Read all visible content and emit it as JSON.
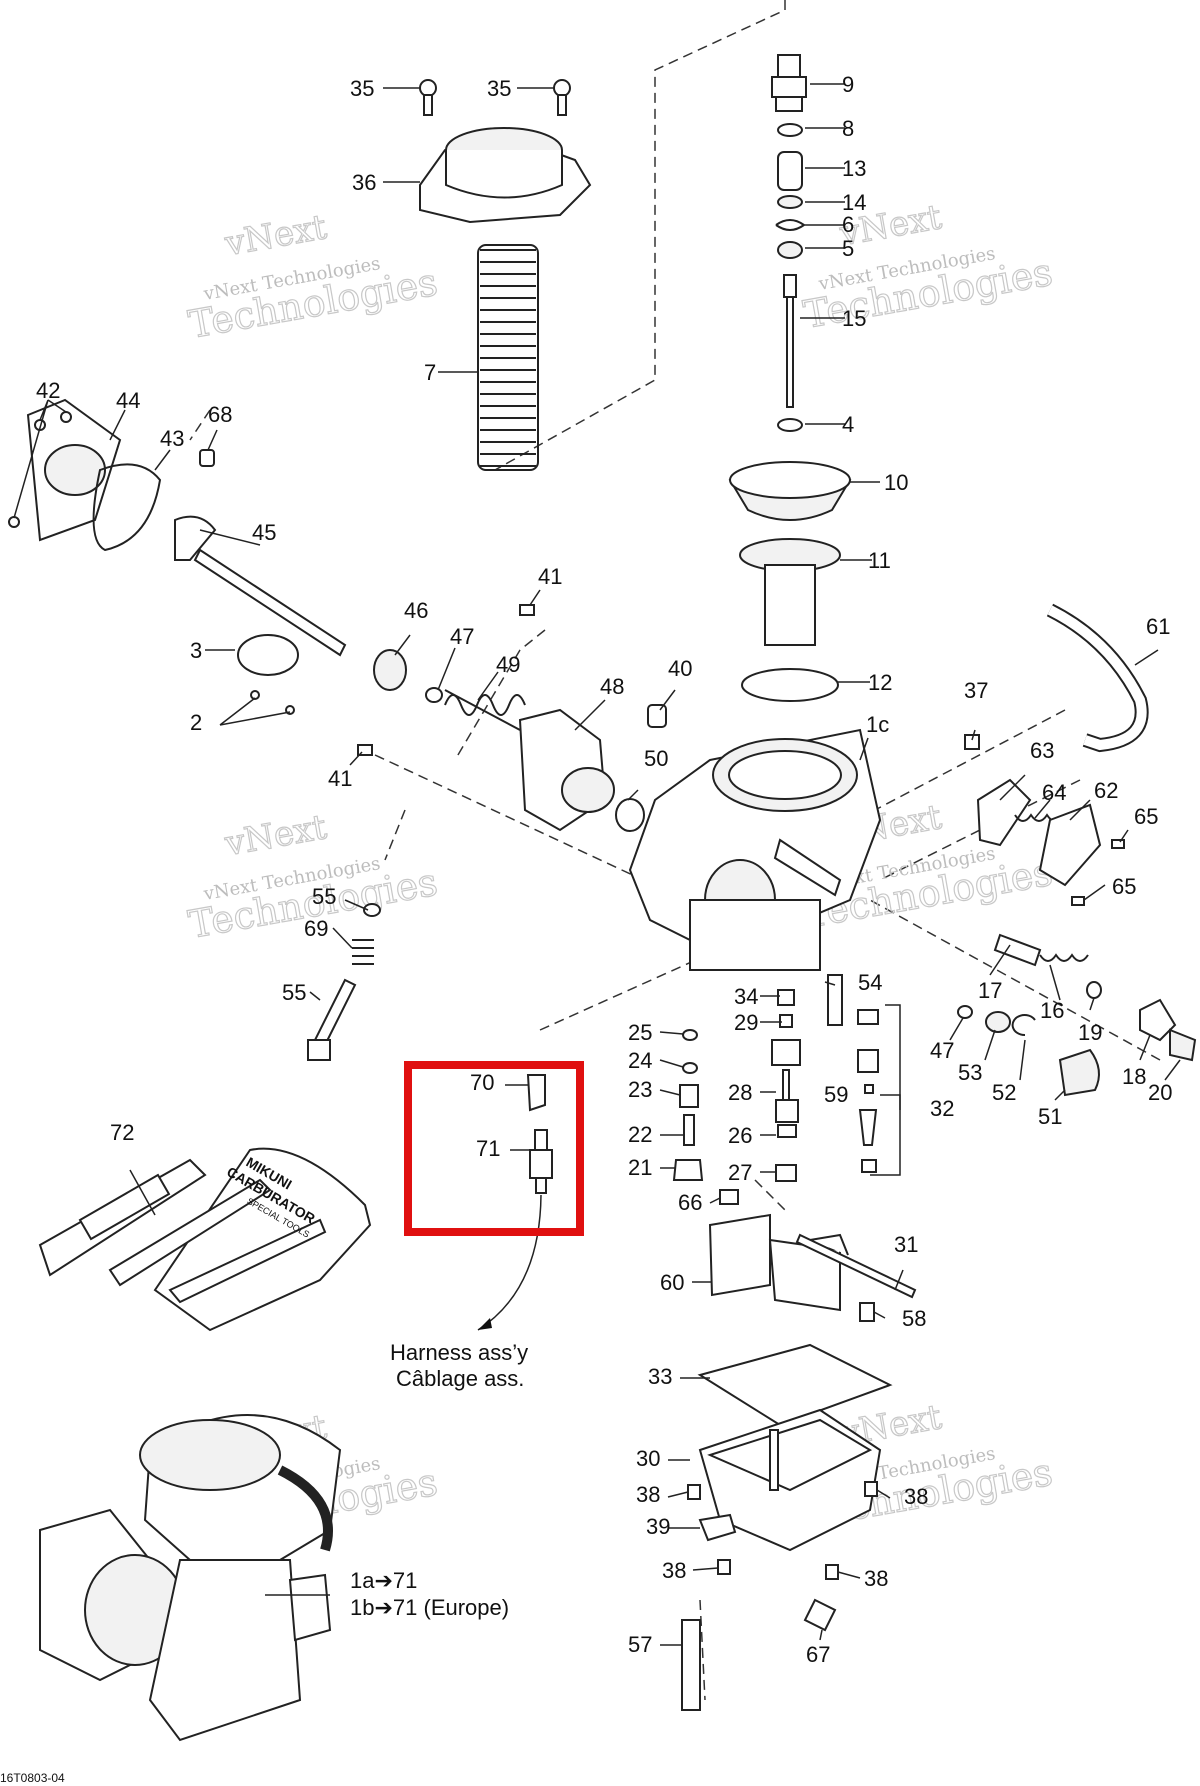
{
  "diagram": {
    "doc_code": "16T0803-04",
    "harness_caption": [
      "Harness ass’y",
      "Câblage ass."
    ],
    "assembly_caption": [
      "1a➔71",
      "1b➔71 (Europe)"
    ],
    "tool_kit_text": [
      "MIKUNI",
      "CARBURATOR",
      "SPECIAL TOOLS"
    ],
    "watermark": [
      "vNext",
      "vNext Technologies",
      "Technologies"
    ],
    "highlight_color": "#e01010",
    "callouts": [
      "35",
      "35",
      "36",
      "7",
      "42",
      "44",
      "43",
      "68",
      "45",
      "3",
      "2",
      "46",
      "47",
      "49",
      "41",
      "48",
      "41",
      "40",
      "50",
      "1c",
      "9",
      "8",
      "13",
      "14",
      "6",
      "5",
      "15",
      "4",
      "10",
      "11",
      "12",
      "37",
      "61",
      "63",
      "64",
      "62",
      "65",
      "65",
      "55",
      "69",
      "55",
      "34",
      "29",
      "54",
      "25",
      "24",
      "23",
      "28",
      "22",
      "26",
      "21",
      "27",
      "66",
      "59",
      "32",
      "17",
      "16",
      "19",
      "47",
      "53",
      "52",
      "51",
      "18",
      "20",
      "70",
      "71",
      "72",
      "31",
      "60",
      "58",
      "33",
      "30",
      "38",
      "38",
      "39",
      "38",
      "38",
      "57",
      "67"
    ]
  }
}
